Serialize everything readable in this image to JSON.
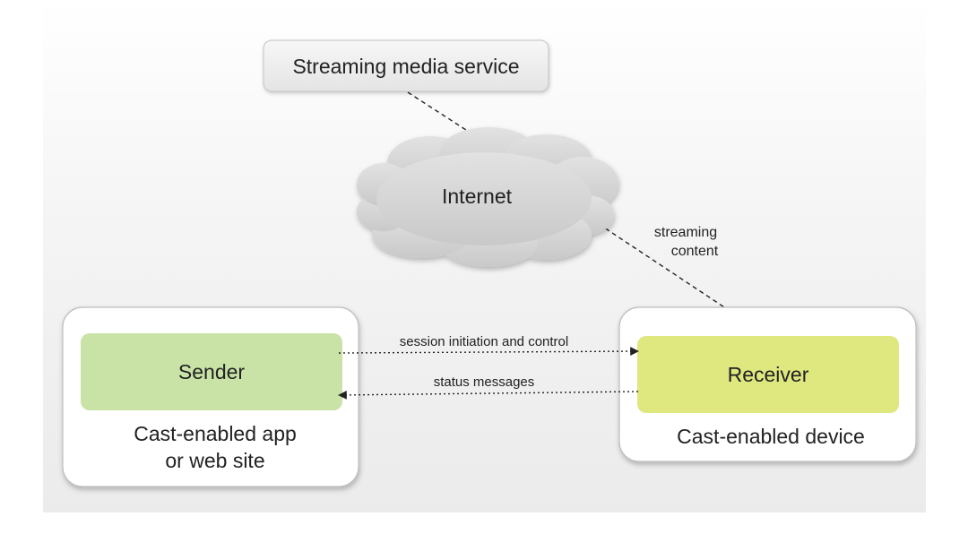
{
  "streaming_service": {
    "label": "Streaming media service"
  },
  "internet": {
    "label": "Internet"
  },
  "streaming_content": {
    "line1": "streaming",
    "line2": "content"
  },
  "sender": {
    "label": "Sender",
    "caption_line1": "Cast-enabled app",
    "caption_line2": "or web site",
    "color": "#c9e3a6"
  },
  "receiver": {
    "label": "Receiver",
    "caption": "Cast-enabled device",
    "color": "#dfe77f"
  },
  "links": {
    "session": "session initiation and control",
    "status": "status messages"
  }
}
